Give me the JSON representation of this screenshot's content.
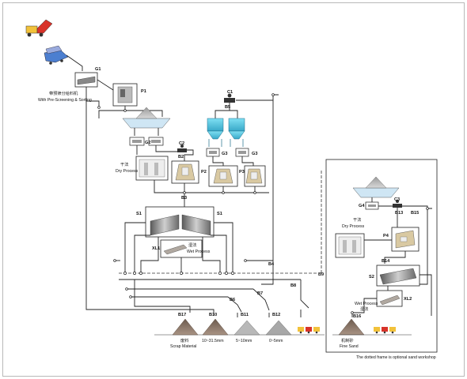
{
  "labels": {
    "g1": "G1",
    "p1": "P1",
    "pre_screen_cn": "带预筛分给料机",
    "pre_screen_en": "With Pre-Screening & Sorting",
    "c1": "C1",
    "b5": "B5",
    "g2": "G2",
    "c2": "C2",
    "b2": "B2",
    "g3a": "G3",
    "g3b": "G3",
    "dry_cn_left": "干法",
    "dry_en_left": "Dry Process",
    "p2": "P2",
    "p3": "P3",
    "b3": "B3",
    "s1_left": "S1",
    "s1_right": "S1",
    "xl1": "XL1",
    "wet_cn": "湿法",
    "wet_en": "Wet Process",
    "b4": "B4",
    "b9": "B9",
    "b8": "B8",
    "b7": "B7",
    "b6": "B6",
    "b17": "B17",
    "b10": "B10",
    "b11": "B11",
    "b12": "B12",
    "p_scrap_cn": "废料",
    "p_scrap_en": "Scrap Material",
    "p_10_31": "10~31.5mm",
    "p_5_10": "5~10mm",
    "p_0_5": "0~5mm",
    "g4": "G4",
    "c3": "C3",
    "b13": "B13",
    "b15": "B15",
    "dry_cn_right": "干法",
    "dry_en_right": "Dry Process",
    "p4": "P4",
    "b14": "B14",
    "s2": "S2",
    "wet_cn_right": "湿法",
    "wet_en_right": "Wet Process",
    "xl2": "XL2",
    "b16": "B16",
    "fine_cn": "机制砂",
    "fine_en": "Fine Sand",
    "workshop_note": "The dotted frame is optional sand workshop"
  },
  "colors": {
    "line": "#222222",
    "hopper_blue": "#5fc8e0",
    "pile": "#8d7a6c",
    "truck_yellow": "#f2c23a",
    "truck_red": "#d8332a",
    "cart_blue": "#4c7fd0"
  }
}
